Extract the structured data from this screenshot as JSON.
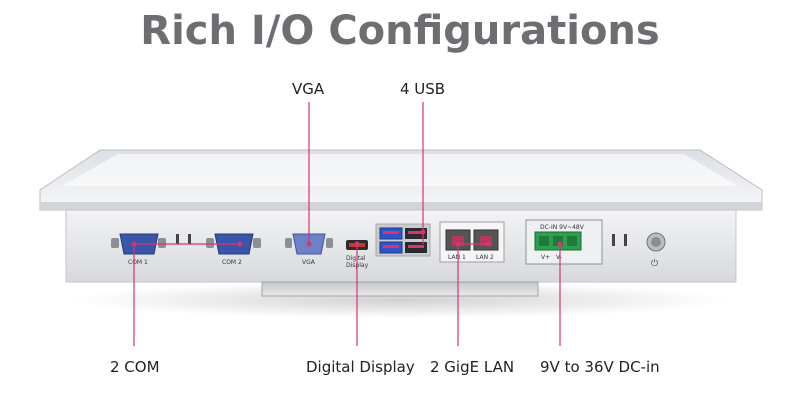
{
  "title": "Rich I/O Configurations",
  "callouts": {
    "vga": "VGA",
    "usb": "4 USB",
    "com": "2 COM",
    "digital_display": "Digital Display",
    "lan": "2 GigE LAN",
    "dc_in": "9V to 36V DC-in"
  },
  "port_labels": {
    "com1": "COM 1",
    "com2": "COM 2",
    "vga": "VGA",
    "digital": "Digital",
    "display": "Display",
    "lan1": "LAN 1",
    "lan2": "LAN 2",
    "dcin": "DC-IN 9V~48V",
    "plus": "V+",
    "minus": "V-"
  },
  "colors": {
    "callout_line": "#d6337a",
    "title": "#6d6e71",
    "chassis": "#e6e7e9",
    "port_blue": "#3a56a8",
    "terminal_green": "#2e9e4f"
  }
}
